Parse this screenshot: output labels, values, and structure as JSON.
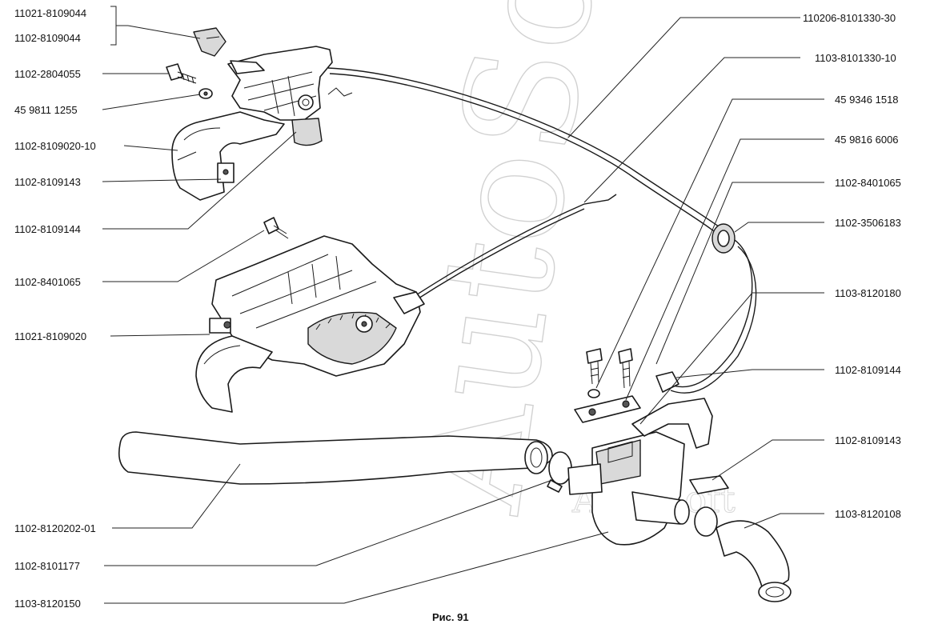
{
  "figure": {
    "caption": "Рис. 91",
    "watermark": "AutoSoft",
    "watermark_small": "AutoSoft"
  },
  "labels_left": [
    {
      "id": "l1",
      "text": "11021-8109044"
    },
    {
      "id": "l2",
      "text": "1102-8109044"
    },
    {
      "id": "l3",
      "text": "1102-2804055"
    },
    {
      "id": "l4",
      "text": "45 9811 1255"
    },
    {
      "id": "l5",
      "text": "1102-8109020-10"
    },
    {
      "id": "l6",
      "text": "1102-8109143"
    },
    {
      "id": "l7",
      "text": "1102-8109144"
    },
    {
      "id": "l8",
      "text": "1102-8401065"
    },
    {
      "id": "l9",
      "text": "11021-8109020"
    },
    {
      "id": "l10",
      "text": "1102-8120202-01"
    },
    {
      "id": "l11",
      "text": "1102-8101177"
    },
    {
      "id": "l12",
      "text": "1103-8120150"
    }
  ],
  "labels_right": [
    {
      "id": "r1",
      "text": "110206-8101330-30"
    },
    {
      "id": "r2",
      "text": "1103-8101330-10"
    },
    {
      "id": "r3",
      "text": "45 9346 1518"
    },
    {
      "id": "r4",
      "text": "45 9816 6006"
    },
    {
      "id": "r5",
      "text": "1102-8401065"
    },
    {
      "id": "r6",
      "text": "1102-3506183"
    },
    {
      "id": "r7",
      "text": "1103-8120180"
    },
    {
      "id": "r8",
      "text": "1102-8109144"
    },
    {
      "id": "r9",
      "text": "1102-8109143"
    },
    {
      "id": "r10",
      "text": "1103-8120108"
    }
  ]
}
